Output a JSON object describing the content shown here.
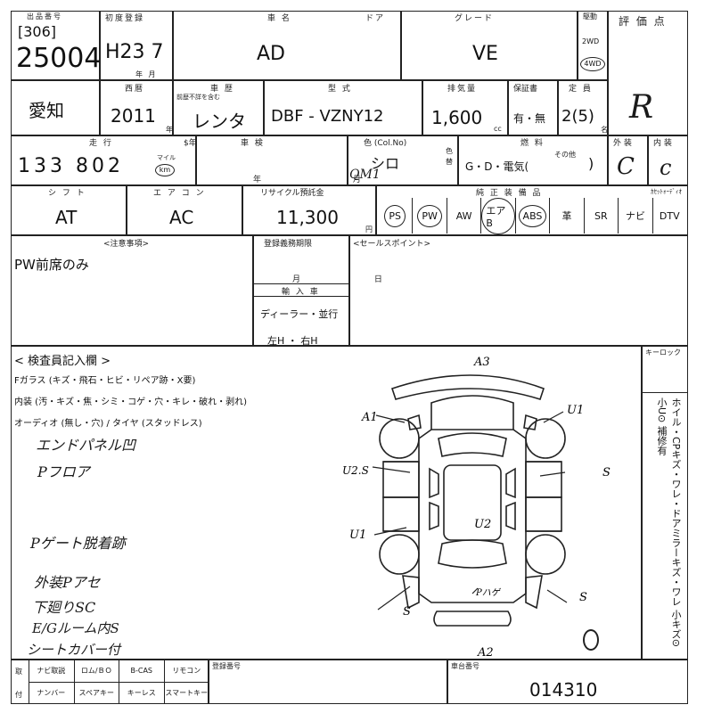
{
  "header": {
    "top_scribble": "",
    "lot_label": "出品番号",
    "lot_sub": "[306]",
    "lot_number": "25004",
    "first_reg_label": "初度登録",
    "first_reg_value": "H23 7",
    "first_reg_unit": "年 月",
    "car_name_label": "車 名",
    "door_label": "ドア",
    "car_name_value": "AD",
    "grade_label": "グレード",
    "grade_value": "VE",
    "drive_label": "駆動",
    "drive_2wd": "2WD",
    "drive_4wd": "4WD",
    "score_label": "評 価 点",
    "score_value": "R"
  },
  "row2": {
    "region": "愛知",
    "year_label": "西暦",
    "year_value": "2011",
    "year_unit": "年",
    "history_label": "車 歴",
    "history_sub": "前歴不詳を含む",
    "history_value": "レンタ",
    "model_label": "型 式",
    "model_value": "DBF - VZNY12",
    "displacement_label": "排気量",
    "displacement_value": "1,600",
    "displacement_unit": "cc",
    "warranty_label": "保証書",
    "warranty_value": "有・無",
    "capacity_label": "定 員",
    "capacity_value": "2(5)",
    "capacity_unit": "名"
  },
  "row3": {
    "mileage_label": "走 行",
    "mileage_value": "133 802",
    "mileage_unit_top": "マイル",
    "mileage_unit": "km",
    "inspection_label": "車 検",
    "inspection_sub": "$年",
    "inspection_unit": "年 月",
    "color_label": "色 (Col.No)",
    "color_value": "シロ",
    "color_code": "QM1",
    "fuel_label": "燃 料",
    "fuel_side": "色替",
    "fuel_value": "G・D・電気(",
    "fuel_other": "その他",
    "fuel_close": ")",
    "exterior_label": "外 装",
    "exterior_value": "C",
    "interior_label": "内 装",
    "interior_value": "c"
  },
  "row4": {
    "shift_label": "シ フ ト",
    "shift_value": "AT",
    "ac_label": "エ ア コ ン",
    "ac_value": "AC",
    "recycle_label": "リサイクル預託金",
    "recycle_value": "11,300",
    "recycle_unit": "円",
    "equipment_label": "純 正 装 備 品",
    "equipment_extra_label": "ｶｾｯﾄｫｰﾃﾞｨｵ",
    "equipment": [
      "PS",
      "PW",
      "AW",
      "エアB",
      "ABS",
      "革",
      "SR",
      "ナビ",
      "DTV"
    ],
    "equipment_circled": [
      true,
      true,
      false,
      true,
      true,
      false,
      false,
      false,
      false
    ]
  },
  "notes": {
    "caution_label": "<注意事項>",
    "caution_value": "PW前席のみ",
    "reg_expiry_label": "登録義務期限",
    "reg_expiry_unit": "月 日",
    "import_label": "輸 入 車",
    "import_value": "ディーラー・並行",
    "steering_value": "左H ・ 右H",
    "sales_label": "<セールスポイント>"
  },
  "inspector": {
    "title": "< 検査員記入欄 >",
    "glass_line": "Fガラス (キズ・飛石・ヒビ・リペア跡・X要)",
    "interior_line": "内装 (汚・キズ・焦・シミ・コゲ・穴・キレ・破れ・剥れ)",
    "audio_line": "オーディオ (無し・穴) / タイヤ (スタッドレス)",
    "hand_notes": [
      "エンドパネル凹",
      "Pフロア",
      "Pゲート脱着跡",
      "外装Pアセ",
      "下廻りSC",
      "E/Gルーム内S",
      "シートカバー付"
    ],
    "keylock_label": "キーロック",
    "side_notes": "ホイル・CPキズ・ワレ・ドアミラーキズ・ワレ 小キズ⊙ 小U⊙ 補修有"
  },
  "diagram_marks": [
    "A3",
    "A1",
    "U1",
    "U2.S",
    "S",
    "U1",
    "U2",
    "Pハゲ",
    "S",
    "S",
    "A2"
  ],
  "footer": {
    "labels_top": [
      "ナビ取説",
      "ロム/ＢＯ",
      "B-CAS",
      "リモコン"
    ],
    "labels_bottom": [
      "ナンバー",
      "スペアキー",
      "キーレス",
      "スマートキー"
    ],
    "left_top": "取",
    "left_bottom": "付",
    "reg_no_label": "登録番号",
    "chassis_label": "車台番号",
    "chassis_value": "014310"
  }
}
